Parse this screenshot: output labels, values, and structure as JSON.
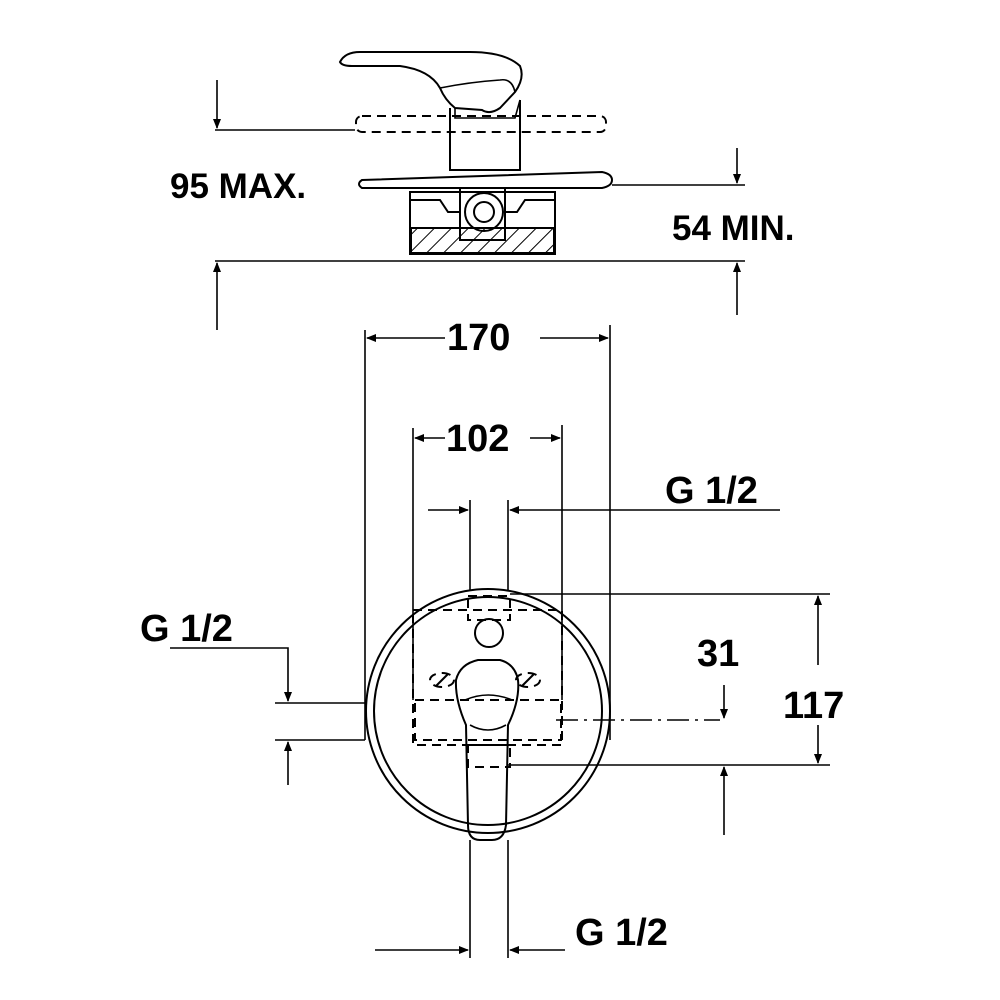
{
  "drawing": {
    "dims": {
      "max_height": "95 MAX.",
      "min_depth": "54 MIN.",
      "plate_width": "170",
      "box_width": "102",
      "thread_top": "G 1/2",
      "thread_left": "G 1/2",
      "thread_bottom": "G 1/2",
      "offset": "31",
      "box_height": "117"
    }
  }
}
